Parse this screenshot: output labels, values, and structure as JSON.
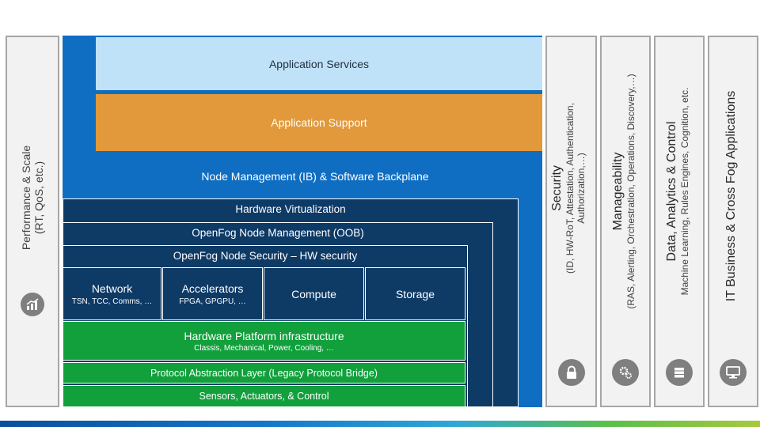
{
  "left_pillar": {
    "title": "Performance & Scale",
    "subtitle": "(RT, QoS, etc.)",
    "icon": "performance-chart-icon"
  },
  "stack": {
    "application_services": "Application Services",
    "application_support": "Application Support",
    "backplane": "Node Management (IB) & Software Backplane",
    "hardware_virtualization": "Hardware Virtualization",
    "node_management_oob": "OpenFog Node Management (OOB)",
    "node_security": "OpenFog Node Security – HW security",
    "cells": [
      {
        "title": "Network",
        "subtitle": "TSN, TCC, Comms, …"
      },
      {
        "title": "Accelerators",
        "subtitle": "FPGA, GPGPU, …"
      },
      {
        "title": "Compute",
        "subtitle": ""
      },
      {
        "title": "Storage",
        "subtitle": ""
      }
    ],
    "hardware_platform": {
      "title": "Hardware Platform infrastructure",
      "subtitle": "Classis, Mechanical, Power, Cooling, …"
    },
    "protocol_layer": "Protocol Abstraction Layer (Legacy Protocol Bridge)",
    "sensors": "Sensors, Actuators, & Control"
  },
  "right_pillars": [
    {
      "title": "Security",
      "line1": "(ID, HW-RoT, Attestation, Authentication,",
      "line2": "Authorization,…)",
      "icon": "lock-icon"
    },
    {
      "title": "Manageability",
      "line1": "(RAS, Alerting, Orchestration, Operations, Discovery,…)",
      "line2": "",
      "icon": "gears-icon"
    },
    {
      "title": "Data, Analytics & Control",
      "line1": "Machine Learning, Rules Engines, Cognition, etc.",
      "line2": "",
      "icon": "server-icon"
    },
    {
      "title": "IT Business & Cross Fog Applications",
      "line1": "",
      "line2": "",
      "icon": "monitor-icon"
    }
  ],
  "colors": {
    "backplane_blue": "#0f6ec2",
    "navy": "#0e3a66",
    "green": "#11a03c",
    "orange": "#e1993b",
    "light_blue": "#bfe2f8",
    "pillar_gray": "#f2f2f2"
  }
}
